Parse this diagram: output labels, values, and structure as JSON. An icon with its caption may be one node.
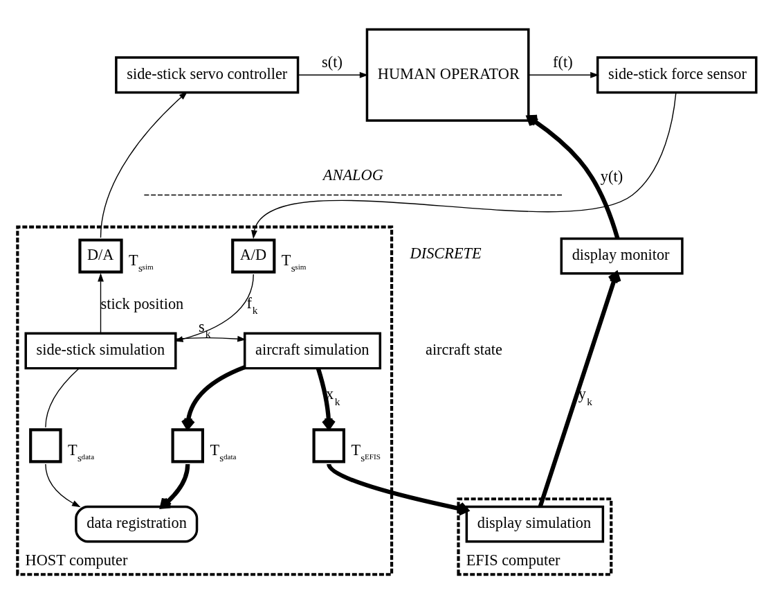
{
  "diagram": {
    "nodes": [
      {
        "text": [
          "HUMAN OPERATOR"
        ]
      },
      {
        "text": [
          "side-stick servo controller"
        ]
      },
      {
        "text": [
          "side-stick force sensor"
        ]
      },
      {
        "text": [
          "display monitor"
        ]
      },
      {
        "text": [
          "EFIS computer"
        ]
      },
      {
        "text": [
          "display simulation"
        ],
        "in": 4
      },
      {
        "text": [
          "HOST computer"
        ]
      },
      {
        "text": [
          "D/A"
        ],
        "in": 6,
        "beside": [
          "T$_{s}$$_{sim}$"
        ]
      },
      {
        "text": [
          "A/D"
        ],
        "in": 6,
        "beside": [
          "T$_{s}$$_{sim}$"
        ]
      },
      {
        "text": [
          "aircraft simulation"
        ],
        "in": 6
      },
      {
        "text": [
          "side-stick simulation"
        ],
        "in": 6
      },
      {
        "text": [],
        "shape": "box",
        "in": 6,
        "beside": [
          "T$_{s}$$_{EFIS}$"
        ]
      },
      {
        "text": [],
        "shape": "box",
        "in": 6,
        "beside": [
          "T$_{s}$$_{data}$"
        ]
      },
      {
        "text": [],
        "shape": "box",
        "in": 6,
        "beside": [
          "T$_{s}$$_{data}$"
        ]
      },
      {
        "text": [
          "data registration"
        ],
        "in": 6
      }
    ],
    "edges": [
      {
        "from": 3,
        "to": 0,
        "arrow": "to",
        "label": "y(t)",
        "style": "thick"
      },
      {
        "from": 1,
        "to": 0,
        "arrow": "to",
        "label": "s(t)"
      },
      {
        "from": 0,
        "to": 2,
        "arrow": "to",
        "label": "f(t)"
      },
      {
        "from": 2,
        "to": 8,
        "arrow": "to"
      },
      {
        "from": 7,
        "to": 1,
        "arrow": "to"
      },
      {
        "from": 8,
        "to": 10,
        "arrow": "to",
        "label": "f$_{k}$"
      },
      {
        "from": 10,
        "to": 9,
        "arrow": "to",
        "label": "s$_{k}$"
      },
      {
        "from": 10,
        "to": 7,
        "arrow": "to",
        "label": "stick position"
      },
      {
        "from": 10,
        "to": 13,
        "arrow": "none"
      },
      {
        "from": 13,
        "to": 14,
        "arrow": "to"
      },
      {
        "from": 9,
        "to": 11,
        "arrow": "to",
        "label": "x$_{k}$",
        "style": "thick"
      },
      {
        "from": 11,
        "to": 5,
        "arrow": "to",
        "style": "thick"
      },
      {
        "from": 9,
        "to": 12,
        "arrow": "to",
        "style": "thick"
      },
      {
        "from": 12,
        "to": 14,
        "arrow": "to",
        "style": "thick"
      },
      {
        "from": 5,
        "to": 3,
        "arrow": "to",
        "label": "y$_{k}$",
        "style": "thick"
      }
    ],
    "labels": [
      "ANALOG",
      "DISCRETE",
      "aircraft state"
    ]
  }
}
